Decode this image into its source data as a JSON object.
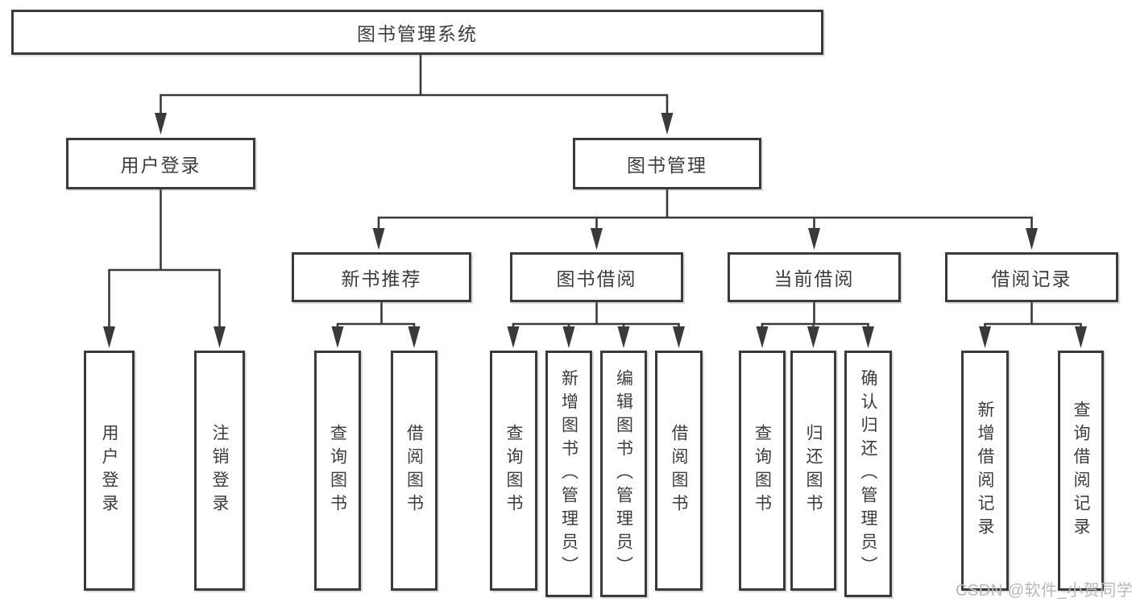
{
  "tree": {
    "root": {
      "label": "图书管理系统"
    },
    "login": {
      "label": "用户登录",
      "children": [
        {
          "label": "用户登录"
        },
        {
          "label": "注销登录"
        }
      ]
    },
    "manage": {
      "label": "图书管理"
    },
    "recommend": {
      "label": "新书推荐",
      "children": [
        {
          "label": "查询图书"
        },
        {
          "label": "借阅图书"
        }
      ]
    },
    "borrow": {
      "label": "图书借阅",
      "children": [
        {
          "label": "查询图书"
        },
        {
          "label": "新增图书（管理员）"
        },
        {
          "label": "编辑图书（管理员）"
        },
        {
          "label": "借阅图书"
        }
      ]
    },
    "current": {
      "label": "当前借阅",
      "children": [
        {
          "label": "查询图书"
        },
        {
          "label": "归还图书"
        },
        {
          "label": "确认归还（管理员）"
        }
      ]
    },
    "record": {
      "label": "借阅记录",
      "children": [
        {
          "label": "新增借阅记录"
        },
        {
          "label": "查询借阅记录"
        }
      ]
    }
  },
  "watermark": {
    "text": "CSDN @软件_小贺同学"
  },
  "colors": {
    "line": "#3a3a3a",
    "text": "#3d3d3d",
    "watermark": "#b8b8b8",
    "background": "#ffffff"
  }
}
